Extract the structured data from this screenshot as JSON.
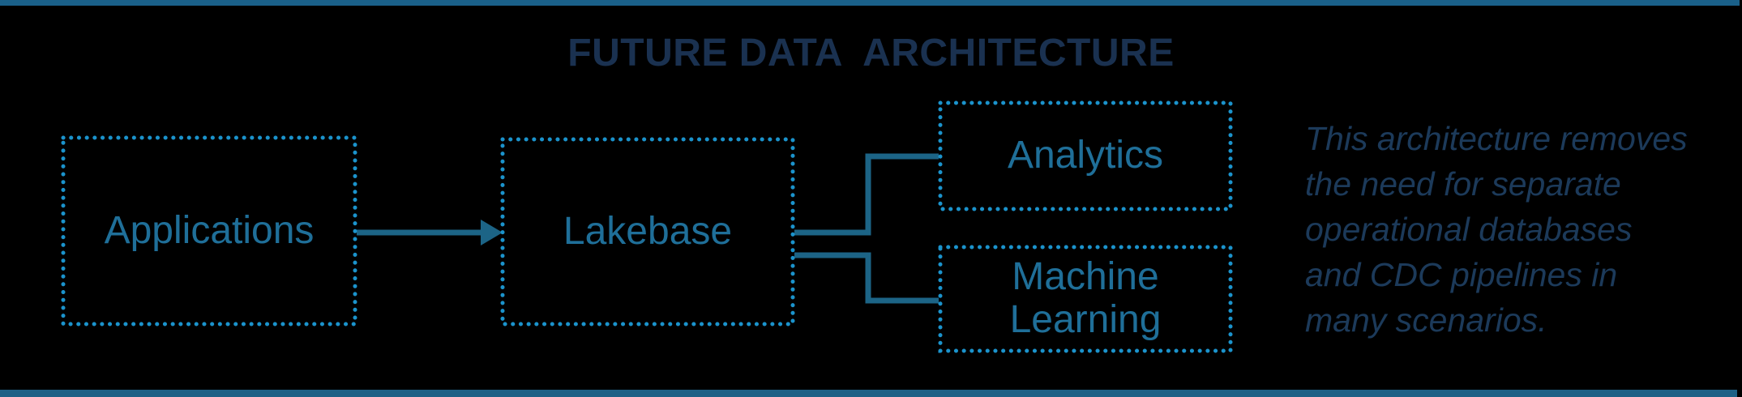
{
  "title": "FUTURE DATA  ARCHITECTURE",
  "caption": "This architecture removes\nthe need for separate\noperational databases\nand CDC pipelines in\nmany scenarios.",
  "diagram": {
    "nodes": [
      {
        "id": "applications",
        "label": "Applications"
      },
      {
        "id": "lakebase",
        "label": "Lakebase"
      },
      {
        "id": "analytics",
        "label": "Analytics"
      },
      {
        "id": "machine-learning",
        "label": "Machine\nLearning"
      }
    ],
    "edges": [
      {
        "from": "Applications",
        "to": "Lakebase",
        "type": "arrow"
      },
      {
        "from": "Lakebase",
        "to": "Analytics",
        "type": "elbow"
      },
      {
        "from": "Lakebase",
        "to": "Machine Learning",
        "type": "elbow"
      }
    ]
  },
  "colors": {
    "background": "#000000",
    "accent_bar_top": "#1a6089",
    "accent_bar_bottom": "#1e6186",
    "title_navy": "#1a3150",
    "caption_navy": "#1c3a5a",
    "box_dot_blue": "#1b93cc",
    "node_text_teal": "#1f6f99",
    "connector_teal": "#1c6486"
  }
}
